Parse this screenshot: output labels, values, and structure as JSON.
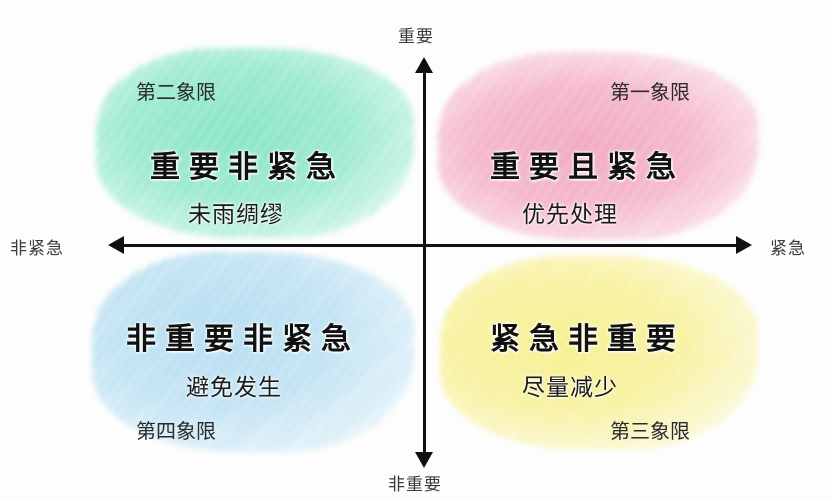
{
  "diagram": {
    "type": "eisenhower-matrix",
    "axes": {
      "vertical_top": "重要",
      "vertical_bottom": "非重要",
      "horizontal_left": "非紧急",
      "horizontal_right": "紧急"
    },
    "quadrants": {
      "q1": {
        "index_label": "第一象限",
        "title": "重要且紧急",
        "subtitle": "优先处理",
        "position": "top-right",
        "color": "#f4afc4"
      },
      "q2": {
        "index_label": "第二象限",
        "title": "重要非紧急",
        "subtitle": "未雨绸缪",
        "position": "top-left",
        "color": "#8ee8cb"
      },
      "q3": {
        "index_label": "第三象限",
        "title": "紧急非重要",
        "subtitle": "尽量减少",
        "position": "bottom-right",
        "color": "#f8f198"
      },
      "q4": {
        "index_label": "第四象限",
        "title": "非重要非紧急",
        "subtitle": "避免发生",
        "position": "bottom-left",
        "color": "#bfe3f3"
      }
    },
    "axis_color": "#111111"
  }
}
